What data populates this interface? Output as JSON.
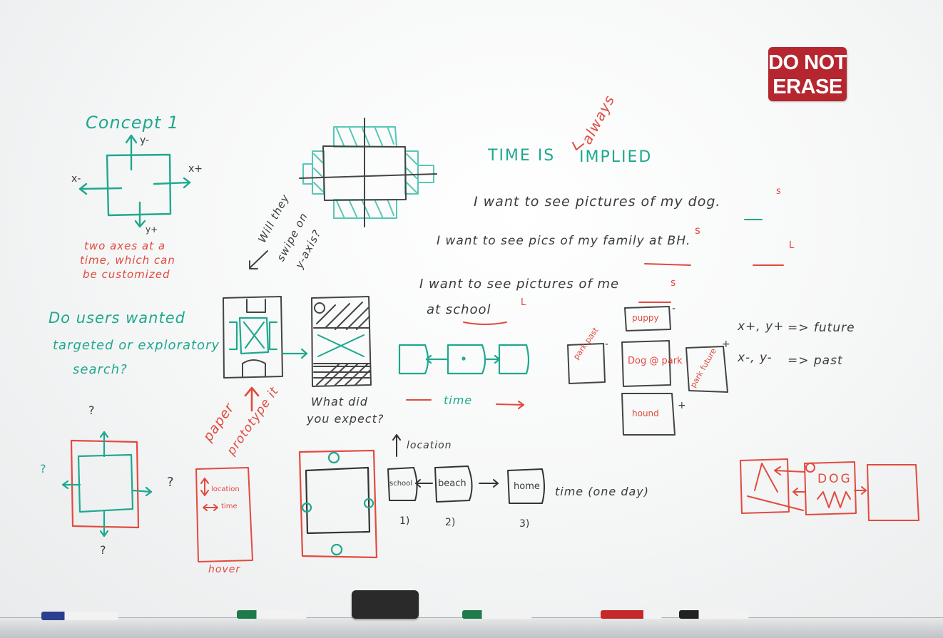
{
  "sign": {
    "line1": "DO NOT",
    "line2": "ERASE"
  },
  "concept": {
    "title": "Concept 1",
    "axis_y_up": "y-",
    "axis_y_down": "y+",
    "axis_x_left": "x-",
    "axis_x_right": "x+",
    "note_line1": "two axes at a",
    "note_line2": "time, which can",
    "note_line3": "be customized"
  },
  "question": {
    "line1": "Do users wanted",
    "line2": "targeted or exploratory",
    "line3": "search?"
  },
  "swipe": {
    "line1": "Will they",
    "line2": "swipe on",
    "line3": "y-axis?"
  },
  "expect": {
    "line1": "What did",
    "line2": "you expect?"
  },
  "paper": {
    "line1": "paper",
    "line2": "prototype it"
  },
  "hover": {
    "label": "hover",
    "location": "location",
    "time": "time"
  },
  "time_implied": {
    "text_a": "TIME IS",
    "text_b": "IMPLIED",
    "insert": "always"
  },
  "sentences": {
    "s1": "I want to see pictures of my dog.",
    "s1_mark": "s",
    "s2": "I want to see pics of my family at BH.",
    "s2_mark": "s",
    "s2_mark2": "L",
    "s3_line1": "I want to see pictures of me",
    "s3_mark": "s",
    "s3_line2": "at school",
    "s3_mark2": "L"
  },
  "timeline": {
    "label": "time"
  },
  "cards": {
    "top": "puppy",
    "left": "park past",
    "center": "Dog @ park",
    "right": "park future",
    "bottom": "hound",
    "sign_minus": "-",
    "sign_plus": "+"
  },
  "axes_legend": {
    "row1_left": "x+, y+",
    "row1_right": "=> future",
    "row2_left": "x-, y-",
    "row2_right": "=> past"
  },
  "location_flow": {
    "axis": "location",
    "box1": "school",
    "box2": "beach",
    "box3": "home",
    "tail": "time (one day)",
    "n1": "1)",
    "n2": "2)",
    "n3": "3)"
  },
  "sketch_right": {
    "label": "DOG"
  },
  "corner_marks": {
    "q_top": "?",
    "q_left": "?",
    "q_right": "?",
    "q_bottom": "?"
  }
}
